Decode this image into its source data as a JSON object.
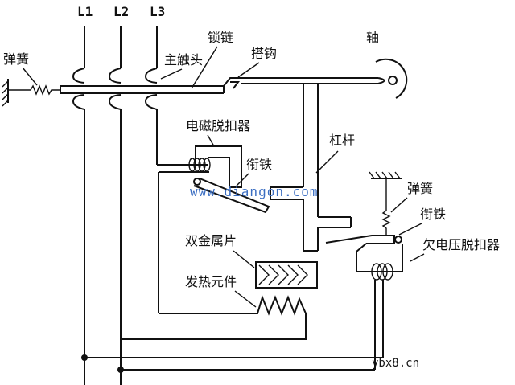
{
  "diagram": {
    "phases": [
      "L1",
      "L2",
      "L3"
    ],
    "labels": {
      "spring_left": "弹簧",
      "main_contact": "主触头",
      "lock_chain": "锁链",
      "hook": "搭钩",
      "shaft": "轴",
      "electromagnetic_release": "电磁脱扣器",
      "armature_1": "衔铁",
      "lever": "杠杆",
      "spring_right": "弹簧",
      "armature_2": "衔铁",
      "undervoltage_release": "欠电压脱扣器",
      "bimetal": "双金属片",
      "heating_element": "发热元件"
    },
    "watermark": "www.diangon.com",
    "source_mark": "ybx8.cn"
  },
  "colors": {
    "line": "#111111",
    "watermark": "#3b6ec2",
    "background": "#ffffff"
  }
}
